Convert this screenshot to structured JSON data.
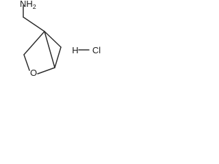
{
  "molecule": {
    "amine_group": {
      "symbol": "NH",
      "subscript": "2"
    },
    "ring_oxygen": "O",
    "salt": {
      "hydrogen": "H",
      "chlorine": "Cl"
    }
  }
}
